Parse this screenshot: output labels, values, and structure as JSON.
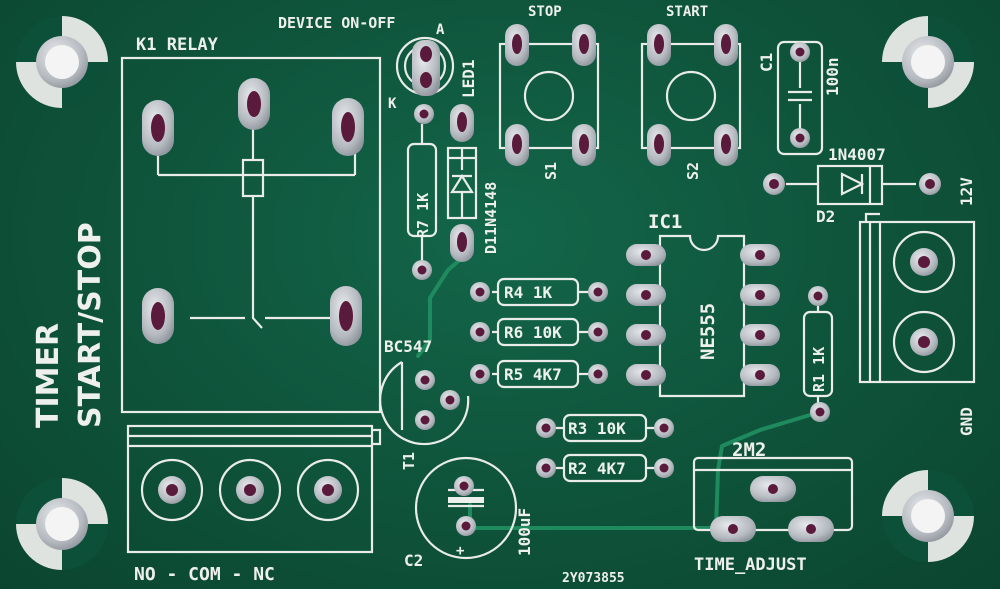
{
  "board_labels": {
    "device_on_off": "DEVICE ON-OFF",
    "relay": "K1  RELAY",
    "timer": "TIMER",
    "start_stop": "START/STOP",
    "contacts": "NO - COM - NC",
    "stop": "STOP",
    "start": "START",
    "s1": "S1",
    "s2": "S2",
    "led": "LED1",
    "led_a": "A",
    "led_k": "K",
    "c1": "C1",
    "c1_value": "100n",
    "d2_part": "1N4007",
    "d2": "D2",
    "v12": "12V",
    "gnd": "GND",
    "ic1": "IC1",
    "ne555": "NE555",
    "r7": "R7  1K",
    "d1": "D11N4148",
    "r4": "R4  1K",
    "r6": "R6 10K",
    "r5": "R5 4K7",
    "r1": "R1  1K",
    "r3": "R3 10K",
    "r2": "R2 4K7",
    "bc547": "BC547",
    "t1": "T1",
    "c2": "C2",
    "c2_value": "100uF",
    "c2_plus": "+",
    "pot_value": "2M2",
    "time_adjust": "TIME_ADJUST",
    "serial": "2Y073855"
  },
  "colors": {
    "solder_mask": "#0f563d",
    "silkscreen": "#eef0ec",
    "copper_pad": "#b9bec4",
    "drill_hole": "#5a1a3c"
  }
}
